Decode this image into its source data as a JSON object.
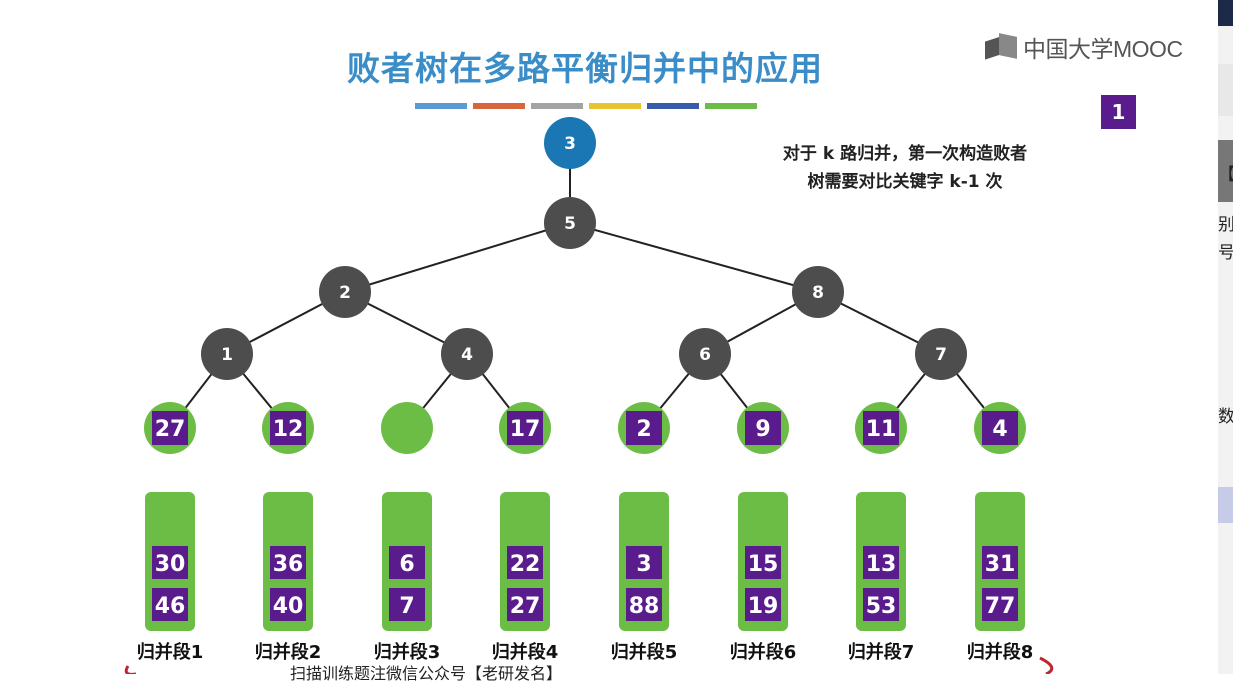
{
  "slide": {
    "title": "败者树在多路平衡归并中的应用",
    "logo_text": "中国大学MOOC",
    "note_line1": "对于 k 路归并，第一次构造败者",
    "note_line2": "树需要对比关键字 k-1 次",
    "color_bars": [
      "#5b9bd5",
      "#d9663a",
      "#a3a3a3",
      "#e8c230",
      "#3a5ca8",
      "#6cbd45"
    ],
    "bottom_text": "扫描训练题注微信公众号【老研发名】"
  },
  "tree": {
    "root": "3",
    "level1": "5",
    "level2": [
      "2",
      "8"
    ],
    "level3": [
      "1",
      "4",
      "6",
      "7"
    ],
    "leaves": [
      "27",
      "12",
      "",
      "17",
      "2",
      "9",
      "11",
      "4"
    ]
  },
  "segments": [
    {
      "label": "归并段1",
      "values": [
        "30",
        "46"
      ]
    },
    {
      "label": "归并段2",
      "values": [
        "36",
        "40"
      ]
    },
    {
      "label": "归并段3",
      "values": [
        "6",
        "7"
      ]
    },
    {
      "label": "归并段4",
      "values": [
        "22",
        "27"
      ]
    },
    {
      "label": "归并段5",
      "values": [
        "3",
        "88"
      ]
    },
    {
      "label": "归并段6",
      "values": [
        "15",
        "19"
      ]
    },
    {
      "label": "归并段7",
      "values": [
        "13",
        "53"
      ]
    },
    {
      "label": "归并段8",
      "values": [
        "31",
        "77"
      ]
    }
  ],
  "side": {
    "badge": "1",
    "frag1": "【",
    "frag2": "别",
    "frag3": "号)",
    "frag4": "数"
  },
  "colors": {
    "root": "#1b76b4",
    "internal": "#4d4d4d",
    "leaf": "#6cbd45",
    "key_box": "#5a1c8c",
    "title": "#3b8dc8"
  }
}
